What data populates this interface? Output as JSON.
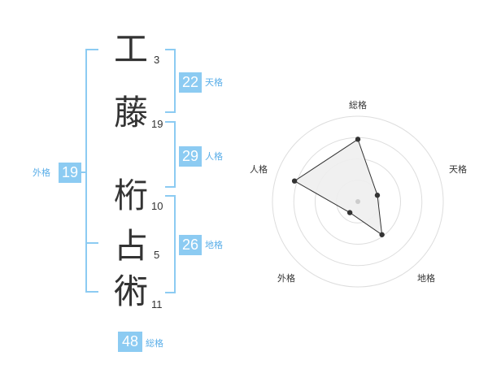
{
  "name_chars": [
    {
      "char": "工",
      "strokes": "3"
    },
    {
      "char": "藤",
      "strokes": "19"
    },
    {
      "char": "桁",
      "strokes": "10"
    },
    {
      "char": "占",
      "strokes": "5"
    },
    {
      "char": "術",
      "strokes": "11"
    }
  ],
  "kaku": {
    "tenkaku": {
      "value": "22",
      "label": "天格"
    },
    "jinkaku": {
      "value": "29",
      "label": "人格"
    },
    "chikaku": {
      "value": "26",
      "label": "地格"
    },
    "gaikaku": {
      "value": "19",
      "label": "外格"
    },
    "soukaku": {
      "value": "48",
      "label": "総格"
    }
  },
  "colors": {
    "accent": "#8ccbf2",
    "label_text": "#5aaee8"
  },
  "chart_data": {
    "type": "radar",
    "axes": [
      "総格",
      "天格",
      "地格",
      "外格",
      "人格"
    ],
    "values": [
      0.73,
      0.24,
      0.48,
      0.16,
      0.78
    ],
    "range": [
      0,
      1
    ],
    "rings": 4
  }
}
